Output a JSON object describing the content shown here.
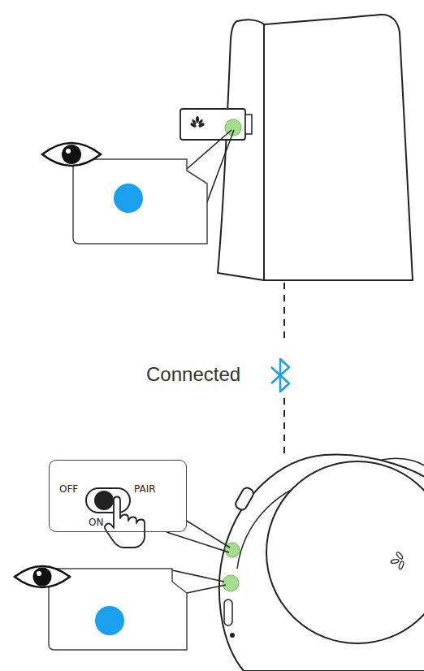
{
  "diagram": {
    "nodes": [
      {
        "text": [
          "OFF",
          "PAIR",
          "ON"
        ]
      }
    ],
    "labels": [
      "Connected"
    ]
  }
}
